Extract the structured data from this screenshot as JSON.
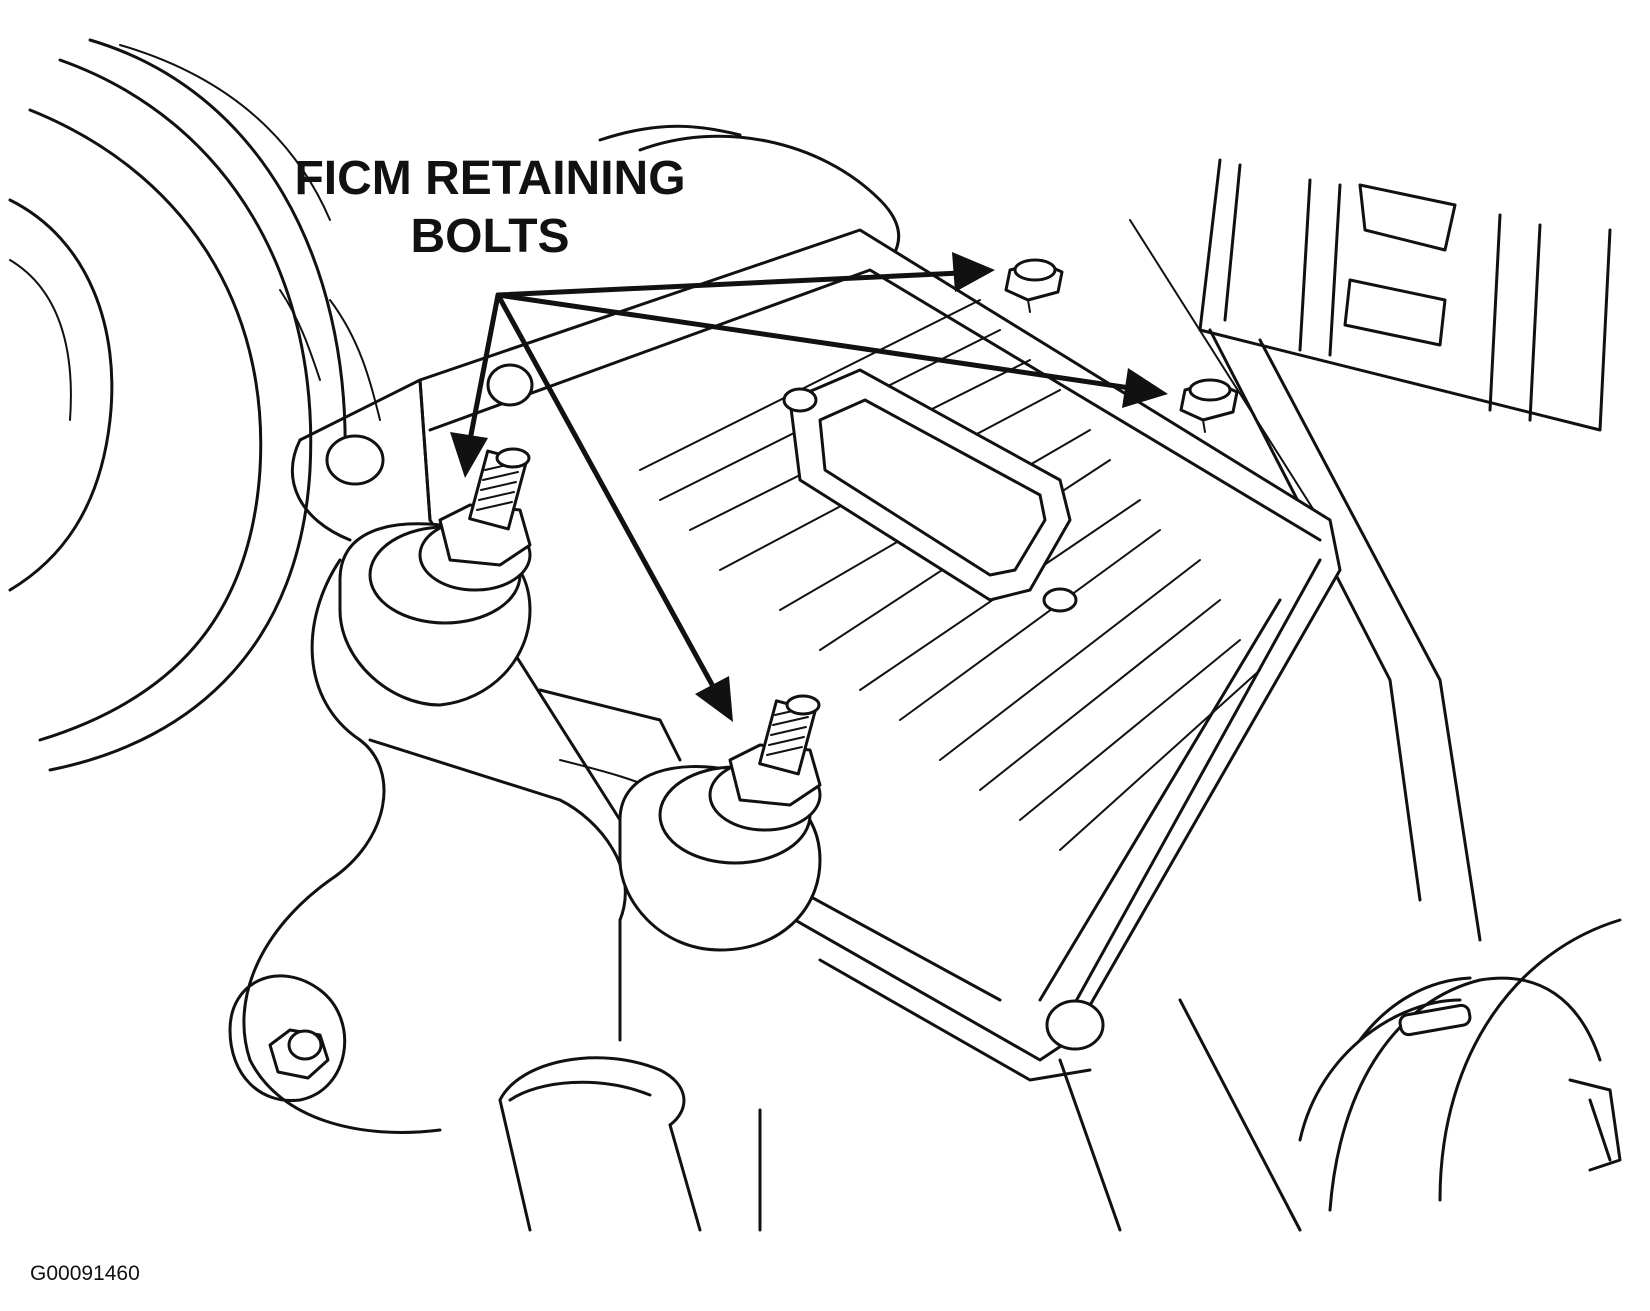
{
  "callout": {
    "line1": "FICM RETAINING",
    "line2": "BOLTS"
  },
  "figure_id": "G00091460",
  "colors": {
    "ink": "#111111",
    "paper": "#ffffff"
  },
  "icons": [
    "arrow-icon",
    "stud-bolt-icon",
    "hex-bolt-icon"
  ]
}
